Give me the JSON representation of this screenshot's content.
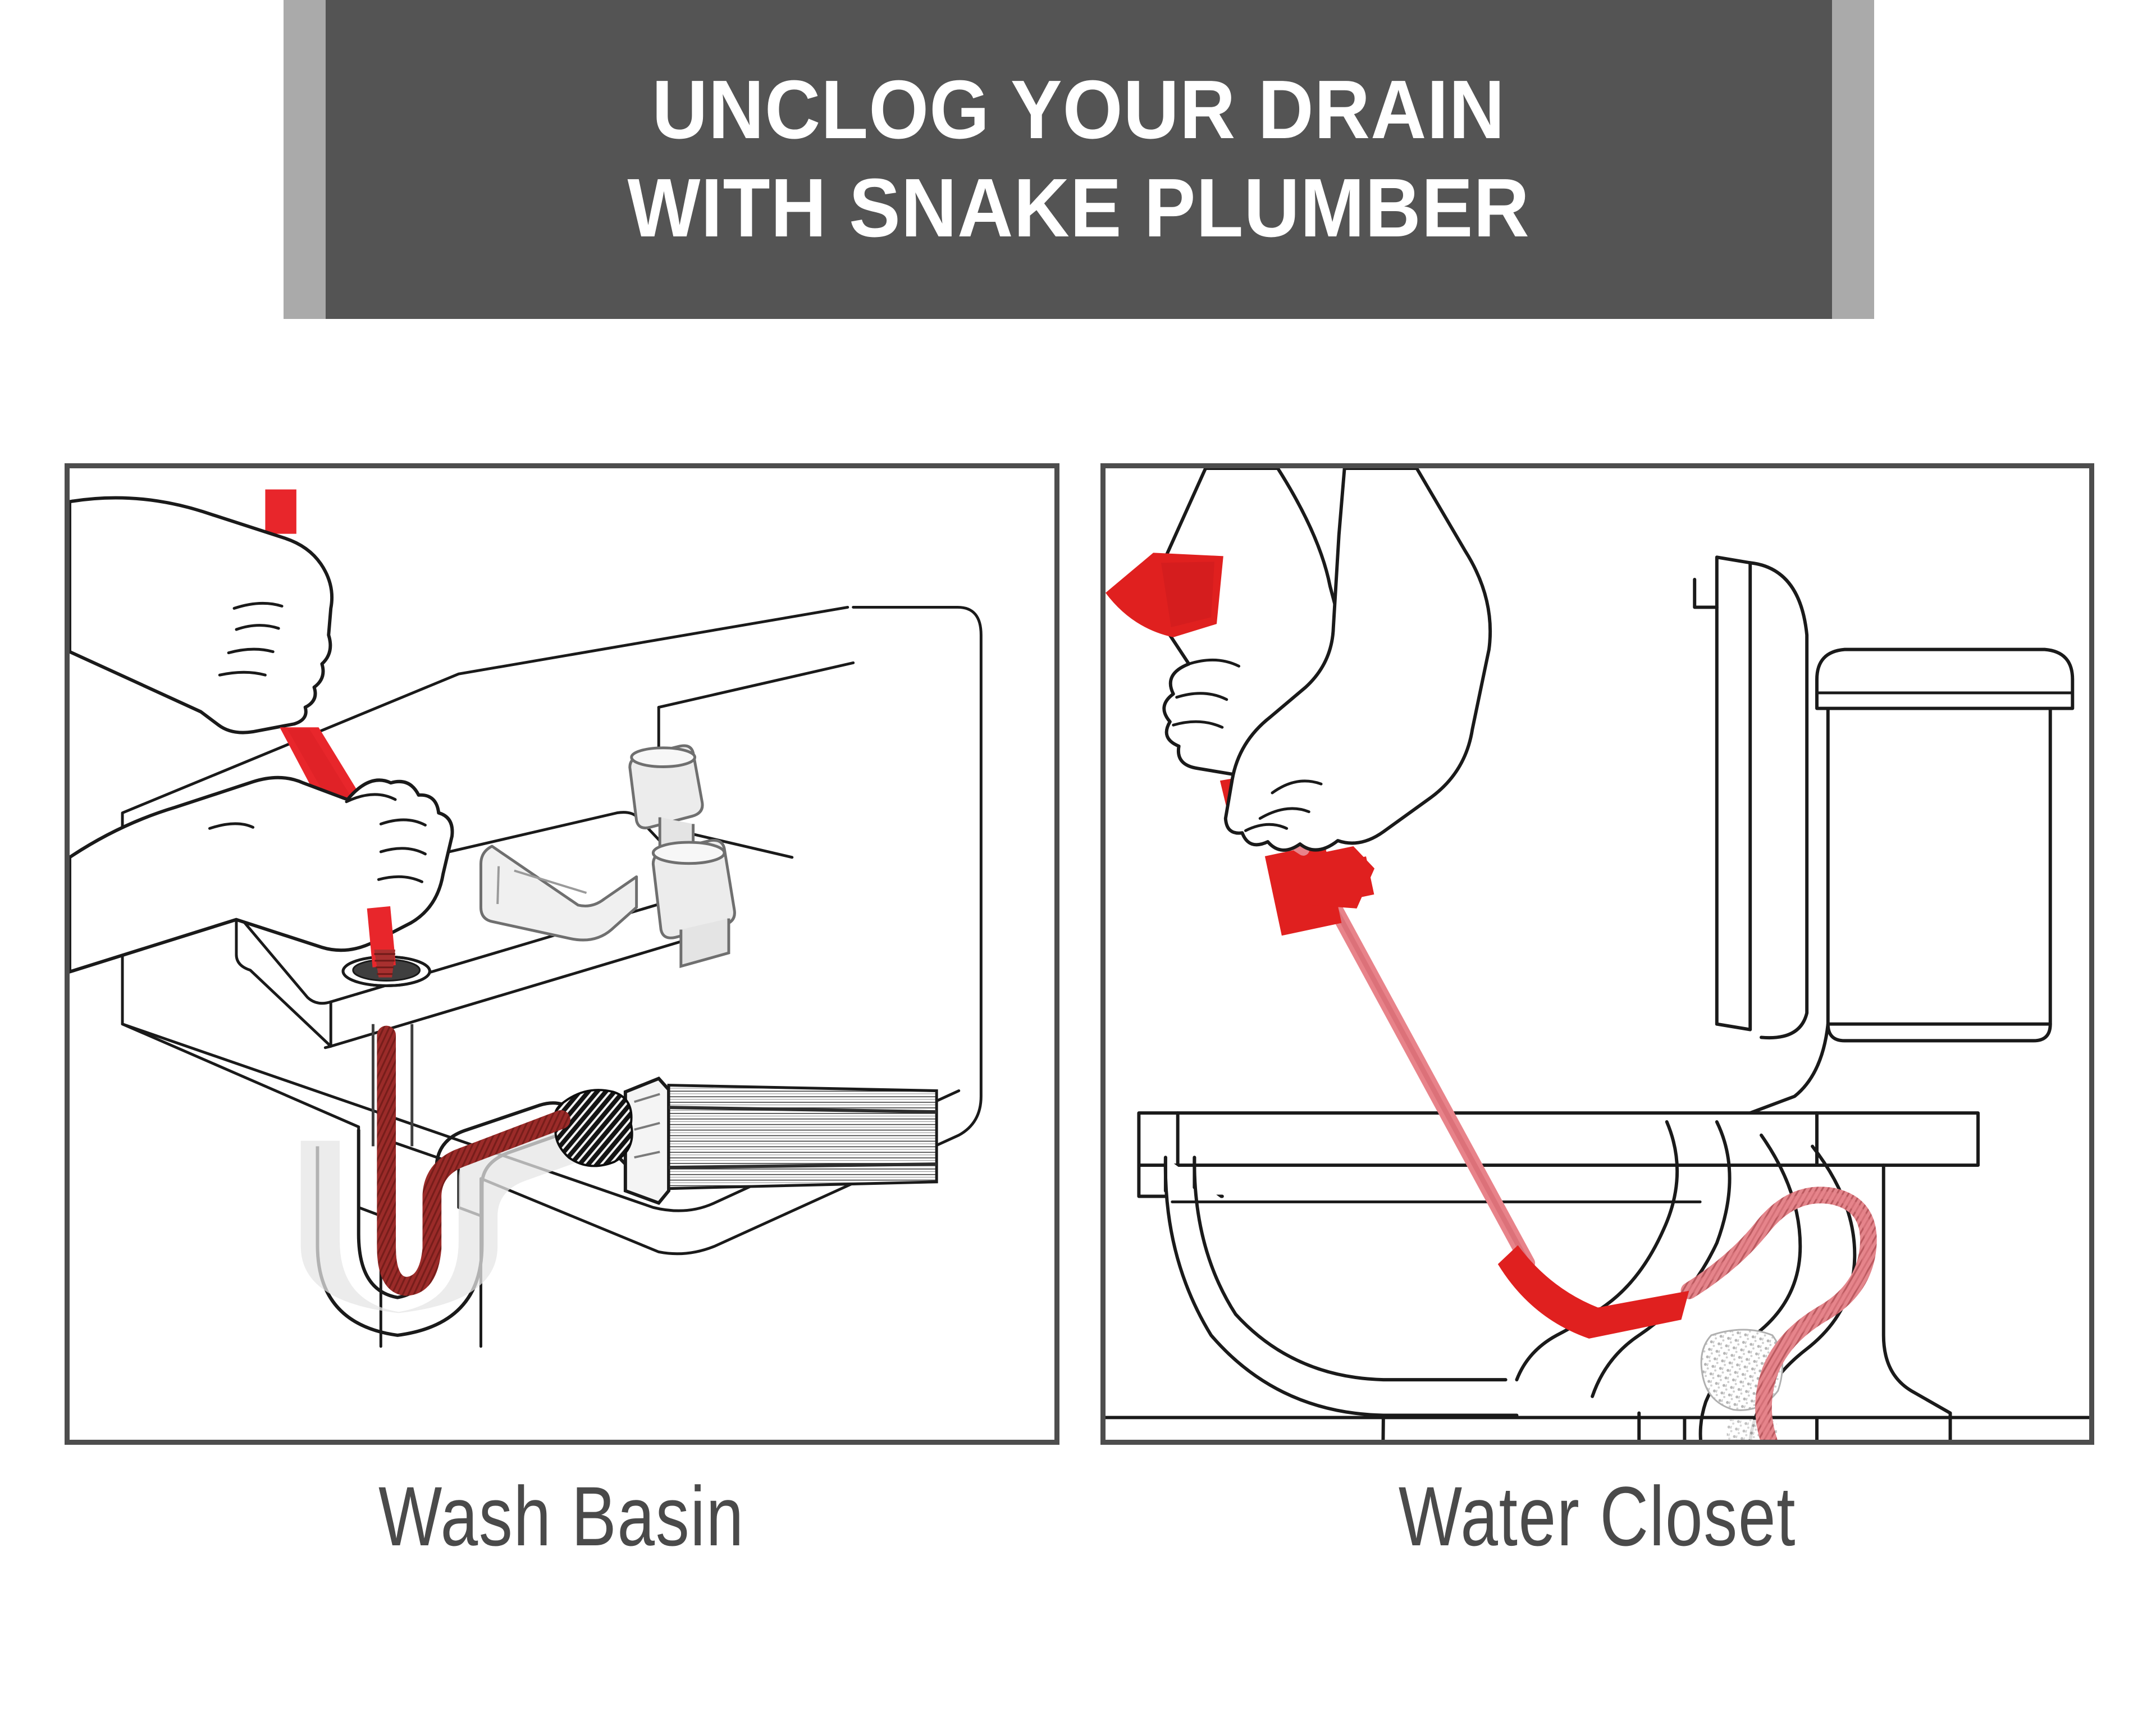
{
  "header": {
    "title_line_1": "UNCLOG YOUR DRAIN",
    "title_line_2": "WITH SNAKE PLUMBER",
    "banner_bg_color": "#545454",
    "banner_strip_color": "#aaaaaa",
    "title_color": "#ffffff"
  },
  "panels": [
    {
      "id": "wash-basin",
      "caption": "Wash Basin",
      "illustration": "hands-feeding-drain-snake-into-wash-basin-drain-with-p-trap-cutaway",
      "elements": [
        "upper-hand-gripping-snake-handle",
        "lower-hand-guiding-snake-cable",
        "red-snake-handle",
        "red-snake-cable",
        "wash-basin-bowl",
        "faucet-spout",
        "faucet-hot-handle",
        "faucet-cold-handle",
        "drain-opening",
        "tailpiece-pipe",
        "p-trap-cutaway",
        "clog-blockage",
        "waste-arm-pipe",
        "slip-nut"
      ]
    },
    {
      "id": "water-closet",
      "caption": "Water Closet",
      "illustration": "hands-cranking-closet-auger-into-toilet-bowl-with-trapway-cutaway",
      "elements": [
        "upper-hand-on-auger-crank",
        "lower-hand-on-auger-shaft",
        "red-auger-crank-handle",
        "red-auger-thumb-screw",
        "red-auger-shaft",
        "auger-cable-in-trapway",
        "toilet-tank",
        "toilet-tank-lid",
        "toilet-seat-lid",
        "toilet-bowl",
        "toilet-rim",
        "toilet-trapway",
        "toilet-base-foot",
        "floor-line",
        "closet-flange",
        "soil-pipe",
        "waste-debris"
      ]
    }
  ],
  "colors": {
    "outline": "#1a1a1a",
    "panel_border": "#4d4d4d",
    "snake_red_bright": "#e8262b",
    "snake_red_deep": "#a8302f",
    "snake_pink": "#e8838a",
    "caption_text": "#4a4a4a",
    "fixture_shading": "#e8e8e8",
    "background": "#ffffff"
  },
  "captions": {
    "wash_basin": "Wash Basin",
    "water_closet": "Water Closet"
  }
}
